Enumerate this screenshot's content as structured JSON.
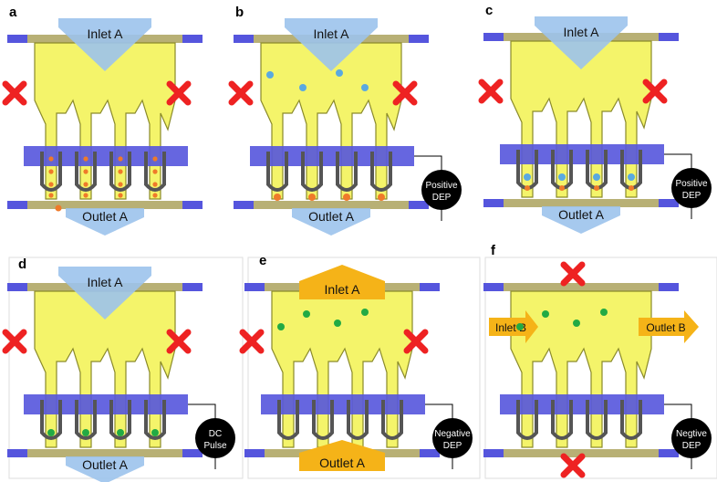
{
  "colors": {
    "chamber": "#f4f46a",
    "chamber_stroke": "#8a8a2a",
    "electrode": "#5555dd",
    "electrode_dark": "#2f2fb0",
    "rail": "#b8b075",
    "block_x": "#ee2222",
    "arrow_blue": "#9cc3ec",
    "arrow_orange": "#f5b318",
    "particle_orange": "#ef7a2a",
    "particle_blue": "#5aa9e0",
    "particle_green": "#22aa44",
    "source": "#000000"
  },
  "panels": [
    {
      "id": "a",
      "label": "a",
      "inlet": "Inlet A",
      "outlet": "Outlet A",
      "source": null,
      "block_sides": true,
      "block_top_bottom": false,
      "arrow_color": "blue",
      "particles": "orange-streams"
    },
    {
      "id": "b",
      "label": "b",
      "inlet": "Inlet A",
      "outlet": "Outlet A",
      "source": [
        "Positive",
        "DEP"
      ],
      "block_sides": true,
      "block_top_bottom": false,
      "arrow_color": "blue",
      "particles": "blue-chamber-orange-tips"
    },
    {
      "id": "c",
      "label": "c",
      "inlet": "Inlet A",
      "outlet": "Outlet A",
      "source": [
        "Positive",
        "DEP"
      ],
      "block_sides": true,
      "block_top_bottom": false,
      "arrow_color": "blue",
      "particles": "blue-and-orange-in-loops"
    },
    {
      "id": "d",
      "label": "d",
      "inlet": "Inlet A",
      "outlet": "Outlet A",
      "source": [
        "DC",
        "Pulse"
      ],
      "block_sides": true,
      "block_top_bottom": false,
      "arrow_color": "blue",
      "particles": "green-in-loops"
    },
    {
      "id": "e",
      "label": "e",
      "inlet": "Inlet A",
      "outlet": "Outlet A",
      "source": [
        "Negative",
        "DEP"
      ],
      "block_sides": true,
      "block_top_bottom": false,
      "arrow_color": "orange-up",
      "particles": "green-chamber"
    },
    {
      "id": "f",
      "label": "f",
      "inlet": "Inlet B",
      "outlet": "Outlet B",
      "source": [
        "Negtive",
        "DEP"
      ],
      "block_sides": false,
      "block_top_bottom": true,
      "arrow_color": "orange-side",
      "particles": "green-chamber"
    }
  ]
}
